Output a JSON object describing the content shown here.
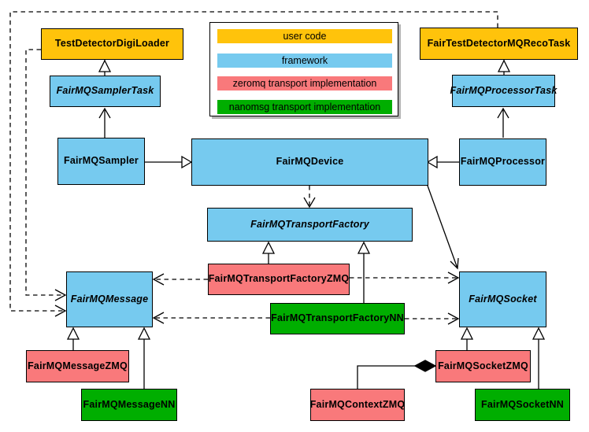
{
  "colors": {
    "user_code": "#FFC30B",
    "framework": "#76CAEF",
    "zeromq": "#F9797B",
    "nanomsg": "#00AE00",
    "line": "#000000",
    "background": "#FFFFFF"
  },
  "legend": {
    "items": [
      {
        "label": "user code",
        "category": "user"
      },
      {
        "label": "framework",
        "category": "framework"
      },
      {
        "label": "zeromq transport implementation",
        "category": "zmq"
      },
      {
        "label": "nanomsg transport implementation",
        "category": "nn"
      }
    ]
  },
  "nodes": {
    "digiLoader": {
      "label": "TestDetectorDigiLoader",
      "category": "user code"
    },
    "recoTask": {
      "label": "FairTestDetectorMQRecoTask",
      "category": "user code"
    },
    "samplerTask": {
      "label": "FairMQSamplerTask",
      "category": "framework",
      "abstract": true
    },
    "processorTask": {
      "label": "FairMQProcessorTask",
      "category": "framework",
      "abstract": true
    },
    "sampler": {
      "label": "FairMQSampler",
      "category": "framework"
    },
    "device": {
      "label": "FairMQDevice",
      "category": "framework"
    },
    "processor": {
      "label": "FairMQProcessor",
      "category": "framework"
    },
    "transportFactory": {
      "label": "FairMQTransportFactory",
      "category": "framework",
      "abstract": true
    },
    "transportFactoryZmq": {
      "label": "FairMQTransportFactoryZMQ",
      "category": "zeromq"
    },
    "transportFactoryNn": {
      "label": "FairMQTransportFactoryNN",
      "category": "nanomsg"
    },
    "message": {
      "label": "FairMQMessage",
      "category": "framework",
      "abstract": true
    },
    "socket": {
      "label": "FairMQSocket",
      "category": "framework",
      "abstract": true
    },
    "messageZmq": {
      "label": "FairMQMessageZMQ",
      "category": "zeromq"
    },
    "messageNn": {
      "label": "FairMQMessageNN",
      "category": "nanomsg"
    },
    "contextZmq": {
      "label": "FairMQContextZMQ",
      "category": "zeromq"
    },
    "socketZmq": {
      "label": "FairMQSocketZMQ",
      "category": "zeromq"
    },
    "socketNn": {
      "label": "FairMQSocketNN",
      "category": "nanomsg"
    }
  },
  "edges": [
    {
      "from": "FairMQSamplerTask",
      "to": "TestDetectorDigiLoader",
      "line": "solid",
      "head": "hollow-triangle"
    },
    {
      "from": "FairMQProcessorTask",
      "to": "FairTestDetectorMQRecoTask",
      "line": "solid",
      "head": "hollow-triangle"
    },
    {
      "from": "FairMQSampler",
      "to": "FairMQSamplerTask",
      "line": "solid",
      "head": "open-arrow"
    },
    {
      "from": "FairMQProcessor",
      "to": "FairMQProcessorTask",
      "line": "solid",
      "head": "open-arrow"
    },
    {
      "from": "FairMQSampler",
      "to": "FairMQDevice",
      "line": "solid",
      "head": "hollow-triangle"
    },
    {
      "from": "FairMQProcessor",
      "to": "FairMQDevice",
      "line": "solid",
      "head": "hollow-triangle"
    },
    {
      "from": "FairMQDevice",
      "to": "FairMQTransportFactory",
      "line": "dashed",
      "head": "open-arrow"
    },
    {
      "from": "FairMQDevice",
      "to": "FairMQSocket",
      "line": "solid",
      "head": "open-arrow"
    },
    {
      "from": "FairMQTransportFactoryZMQ",
      "to": "FairMQTransportFactory",
      "line": "solid",
      "head": "hollow-triangle"
    },
    {
      "from": "FairMQTransportFactoryNN",
      "to": "FairMQTransportFactory",
      "line": "solid",
      "head": "hollow-triangle"
    },
    {
      "from": "FairMQTransportFactoryZMQ",
      "to": "FairMQMessage",
      "line": "dashed",
      "head": "open-arrow"
    },
    {
      "from": "FairMQTransportFactoryZMQ",
      "to": "FairMQSocket",
      "line": "dashed",
      "head": "open-arrow"
    },
    {
      "from": "FairMQTransportFactoryNN",
      "to": "FairMQMessage",
      "line": "dashed",
      "head": "open-arrow"
    },
    {
      "from": "FairMQTransportFactoryNN",
      "to": "FairMQSocket",
      "line": "dashed",
      "head": "open-arrow"
    },
    {
      "from": "TestDetectorDigiLoader",
      "to": "FairMQMessage",
      "line": "dashed",
      "head": "open-arrow"
    },
    {
      "from": "FairTestDetectorMQRecoTask",
      "to": "FairMQMessage",
      "line": "dashed",
      "head": "open-arrow"
    },
    {
      "from": "FairMQMessageZMQ",
      "to": "FairMQMessage",
      "line": "solid",
      "head": "hollow-triangle"
    },
    {
      "from": "FairMQMessageNN",
      "to": "FairMQMessage",
      "line": "solid",
      "head": "hollow-triangle"
    },
    {
      "from": "FairMQSocketZMQ",
      "to": "FairMQSocket",
      "line": "solid",
      "head": "hollow-triangle"
    },
    {
      "from": "FairMQSocketNN",
      "to": "FairMQSocket",
      "line": "solid",
      "head": "hollow-triangle"
    },
    {
      "from": "FairMQContextZMQ",
      "to": "FairMQSocketZMQ",
      "line": "solid",
      "head": "filled-diamond"
    }
  ]
}
